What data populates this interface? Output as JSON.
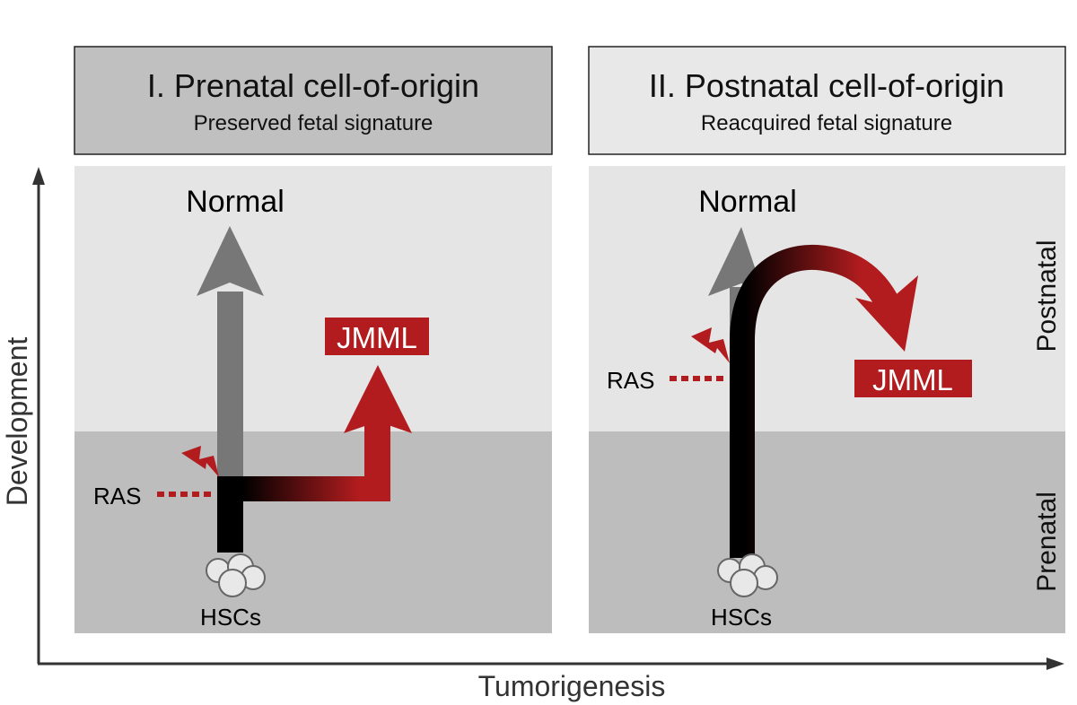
{
  "axes": {
    "y_label": "Development",
    "x_label": "Tumorigenesis"
  },
  "panels": [
    {
      "title": "I. Prenatal cell-of-origin",
      "subtitle": "Preserved fetal signature",
      "normal": "Normal",
      "disease": "JMML",
      "mutation": "RAS",
      "origin": "HSCs"
    },
    {
      "title": "II. Postnatal cell-of-origin",
      "subtitle": "Reacquired fetal signature",
      "normal": "Normal",
      "disease": "JMML",
      "mutation": "RAS",
      "origin": "HSCs"
    }
  ],
  "stages": {
    "upper": "Postnatal",
    "lower": "Prenatal"
  },
  "colors": {
    "red": "#b21c1e",
    "gray": "#777777",
    "upper_bg": "#e5e5e5",
    "lower_bg": "#bdbdbd"
  }
}
